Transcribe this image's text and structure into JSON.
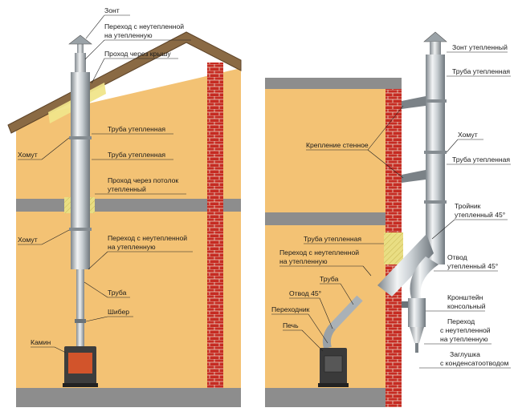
{
  "colors": {
    "wall": "#f3c274",
    "roof": "#8a6a44",
    "brick": "#c62b22",
    "floor": "#8d8d8d",
    "pipe": "#c9cfd3",
    "insulation": "#f0e58a"
  },
  "left_labels": {
    "zont": "Зонт",
    "perehod_top_1": "Переход с неутепленной",
    "perehod_top_2": "на утепленную",
    "prohod_krysha": "Проход через крышу",
    "truba_utep_1": "Труба утепленная",
    "homut_1": "Хомут",
    "truba_utep_2": "Труба утепленная",
    "prohod_potolok_1": "Проход через потолок",
    "prohod_potolok_2": "утепленный",
    "homut_2": "Хомут",
    "perehod_mid_1": "Переход с неутепленной",
    "perehod_mid_2": "на утепленную",
    "truba": "Труба",
    "shiber": "Шибер",
    "kamin": "Камин"
  },
  "right_labels": {
    "zont_utep": "Зонт утепленный",
    "truba_utep_top": "Труба утепленная",
    "homut": "Хомут",
    "kreplenie": "Крепление стенное",
    "truba_utep_mid": "Труба утепленная",
    "troinik_1": "Тройник",
    "troinik_2": "утепленный 45°",
    "truba_utep_low": "Труба утепленная",
    "perehod_1": "Переход с неутепленной",
    "perehod_2": "на утепленную",
    "truba": "Труба",
    "otvod": "Отвод 45°",
    "perehodnik": "Переходник",
    "pech": "Печь",
    "otvod_utep_1": "Отвод",
    "otvod_utep_2": "утепленный 45°",
    "kronshtein_1": "Кронштейн",
    "kronshtein_2": "консольный",
    "perehod_r_1": "Переход",
    "perehod_r_2": "с неутепленной",
    "perehod_r_3": "на утепленную",
    "zaglushka_1": "Заглушка",
    "zaglushka_2": "с конденсатоотводом"
  }
}
